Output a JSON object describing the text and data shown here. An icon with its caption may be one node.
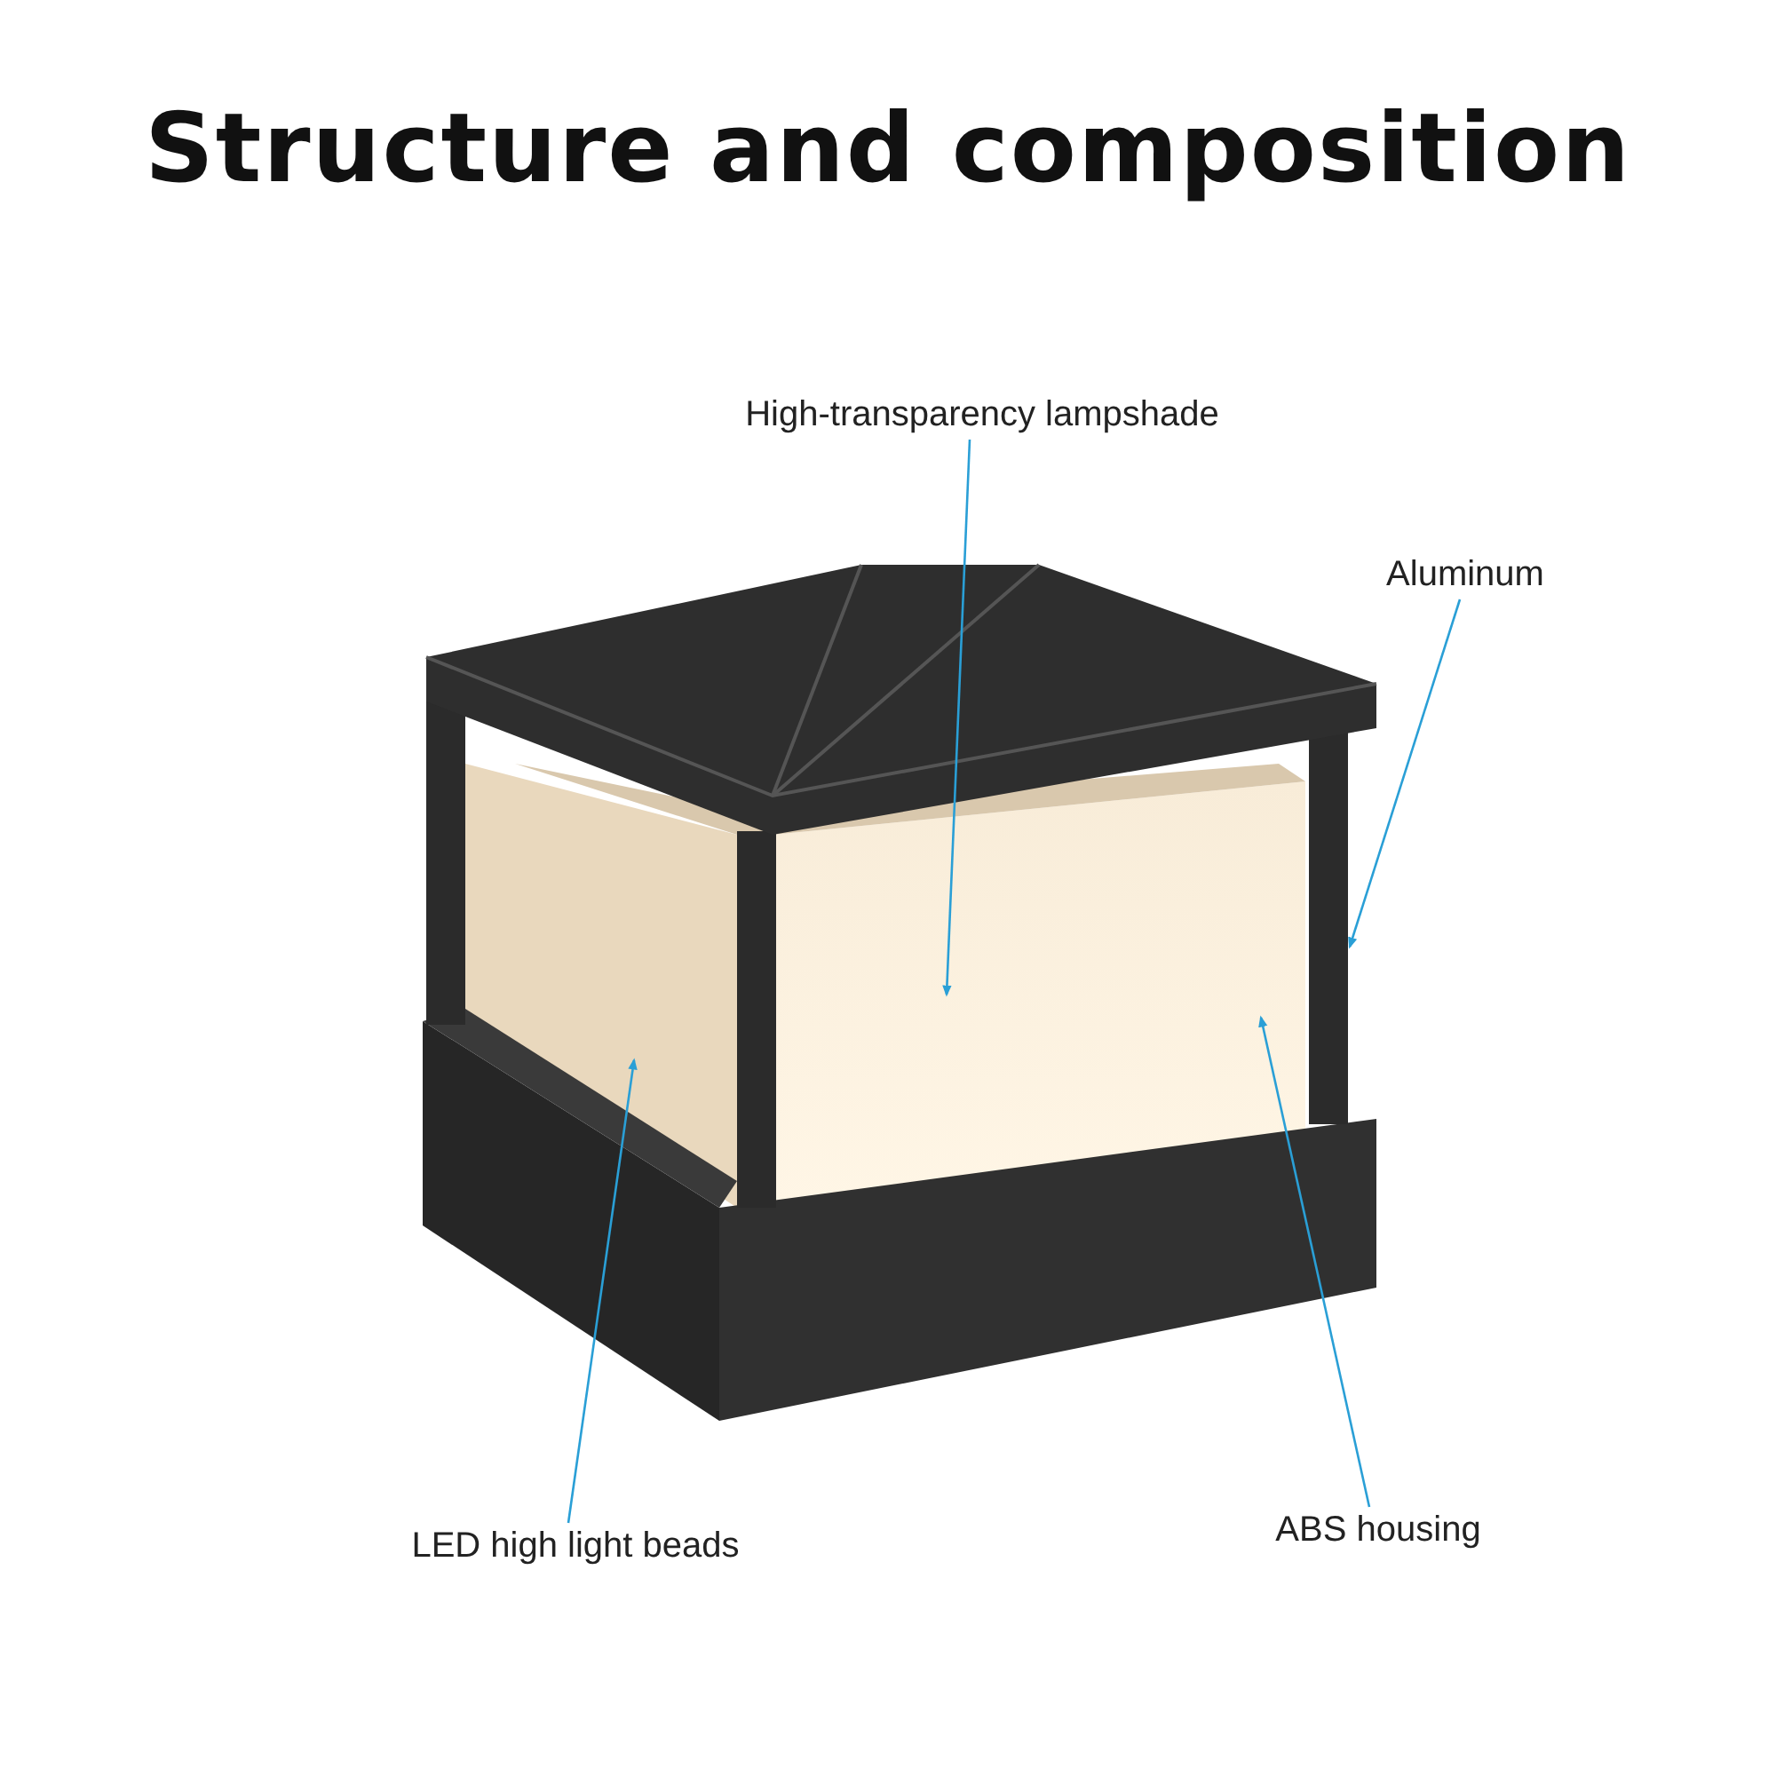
{
  "diagram": {
    "title": "Structure and composition",
    "nodes": [
      {
        "text": [
          "High-transparency lampshade"
        ]
      },
      {
        "text": [
          "Aluminum"
        ]
      },
      {
        "text": [
          "LED high light beads"
        ]
      },
      {
        "text": [
          "ABS housing"
        ]
      }
    ],
    "edges": [
      {
        "from": 0,
        "to": null,
        "arrow": "to"
      },
      {
        "from": 1,
        "to": null,
        "arrow": "to"
      },
      {
        "from": 2,
        "to": null,
        "arrow": "to"
      },
      {
        "from": 3,
        "to": null,
        "arrow": "to"
      }
    ]
  }
}
